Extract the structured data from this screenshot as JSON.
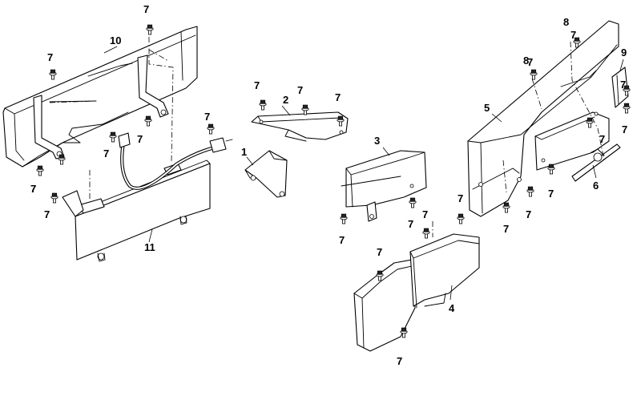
{
  "diagram": {
    "type": "exploded-parts-view",
    "callouts": {
      "c1": "1",
      "c2": "2",
      "c3": "3",
      "c4": "4",
      "c5": "5",
      "c6": "6",
      "c8": "8",
      "c9": "9",
      "c10": "10",
      "c11": "11",
      "fastener": "7"
    },
    "colors": {
      "line": "#000000",
      "fill": "#ffffff",
      "fastener": "#222222"
    }
  }
}
